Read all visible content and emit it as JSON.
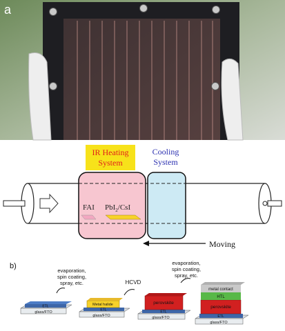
{
  "panel_a": {
    "label": "a"
  },
  "middle": {
    "ir_label_line1": "IR Heating",
    "ir_label_line2": "System",
    "cooling_label_line1": "Cooling",
    "cooling_label_line2": "System",
    "fai_label": "FAI",
    "pbi_label_main": "PbI",
    "pbi_label_sub": "2",
    "pbi_label_tail": "/CsI",
    "moving_label": "Moving",
    "colors": {
      "ir_box": "#f7c6d0",
      "ir_label_bg": "#f7e21a",
      "ir_label_text": "#e0201a",
      "cooling_box": "#cdeaf4",
      "cooling_label_text": "#2a2fb0",
      "fai_sample": "#f3a7c1",
      "pbi_sample": "#f7d22a"
    }
  },
  "panel_b": {
    "label": "b)",
    "step1_text": [
      "evaporation,",
      "spin coating,",
      "spray, etc."
    ],
    "step2_text": "HCVD",
    "step3_text": [
      "evaporation,",
      "spin coating,",
      "spray, etc."
    ],
    "stack1": {
      "etl": "ETL",
      "glass": "glass/FTO"
    },
    "stack2": {
      "metal_halide": "Metal halide",
      "etl": "ETL",
      "glass": "glass/FTO"
    },
    "stack3": {
      "perovskite": "perovskite",
      "etl": "ETL",
      "glass": "glass/FTO"
    },
    "stack4": {
      "metal_contact": "metal contact",
      "htl": "HTL",
      "perovskite": "perovskite",
      "etl": "ETL",
      "glass": "glass/FTO"
    }
  }
}
